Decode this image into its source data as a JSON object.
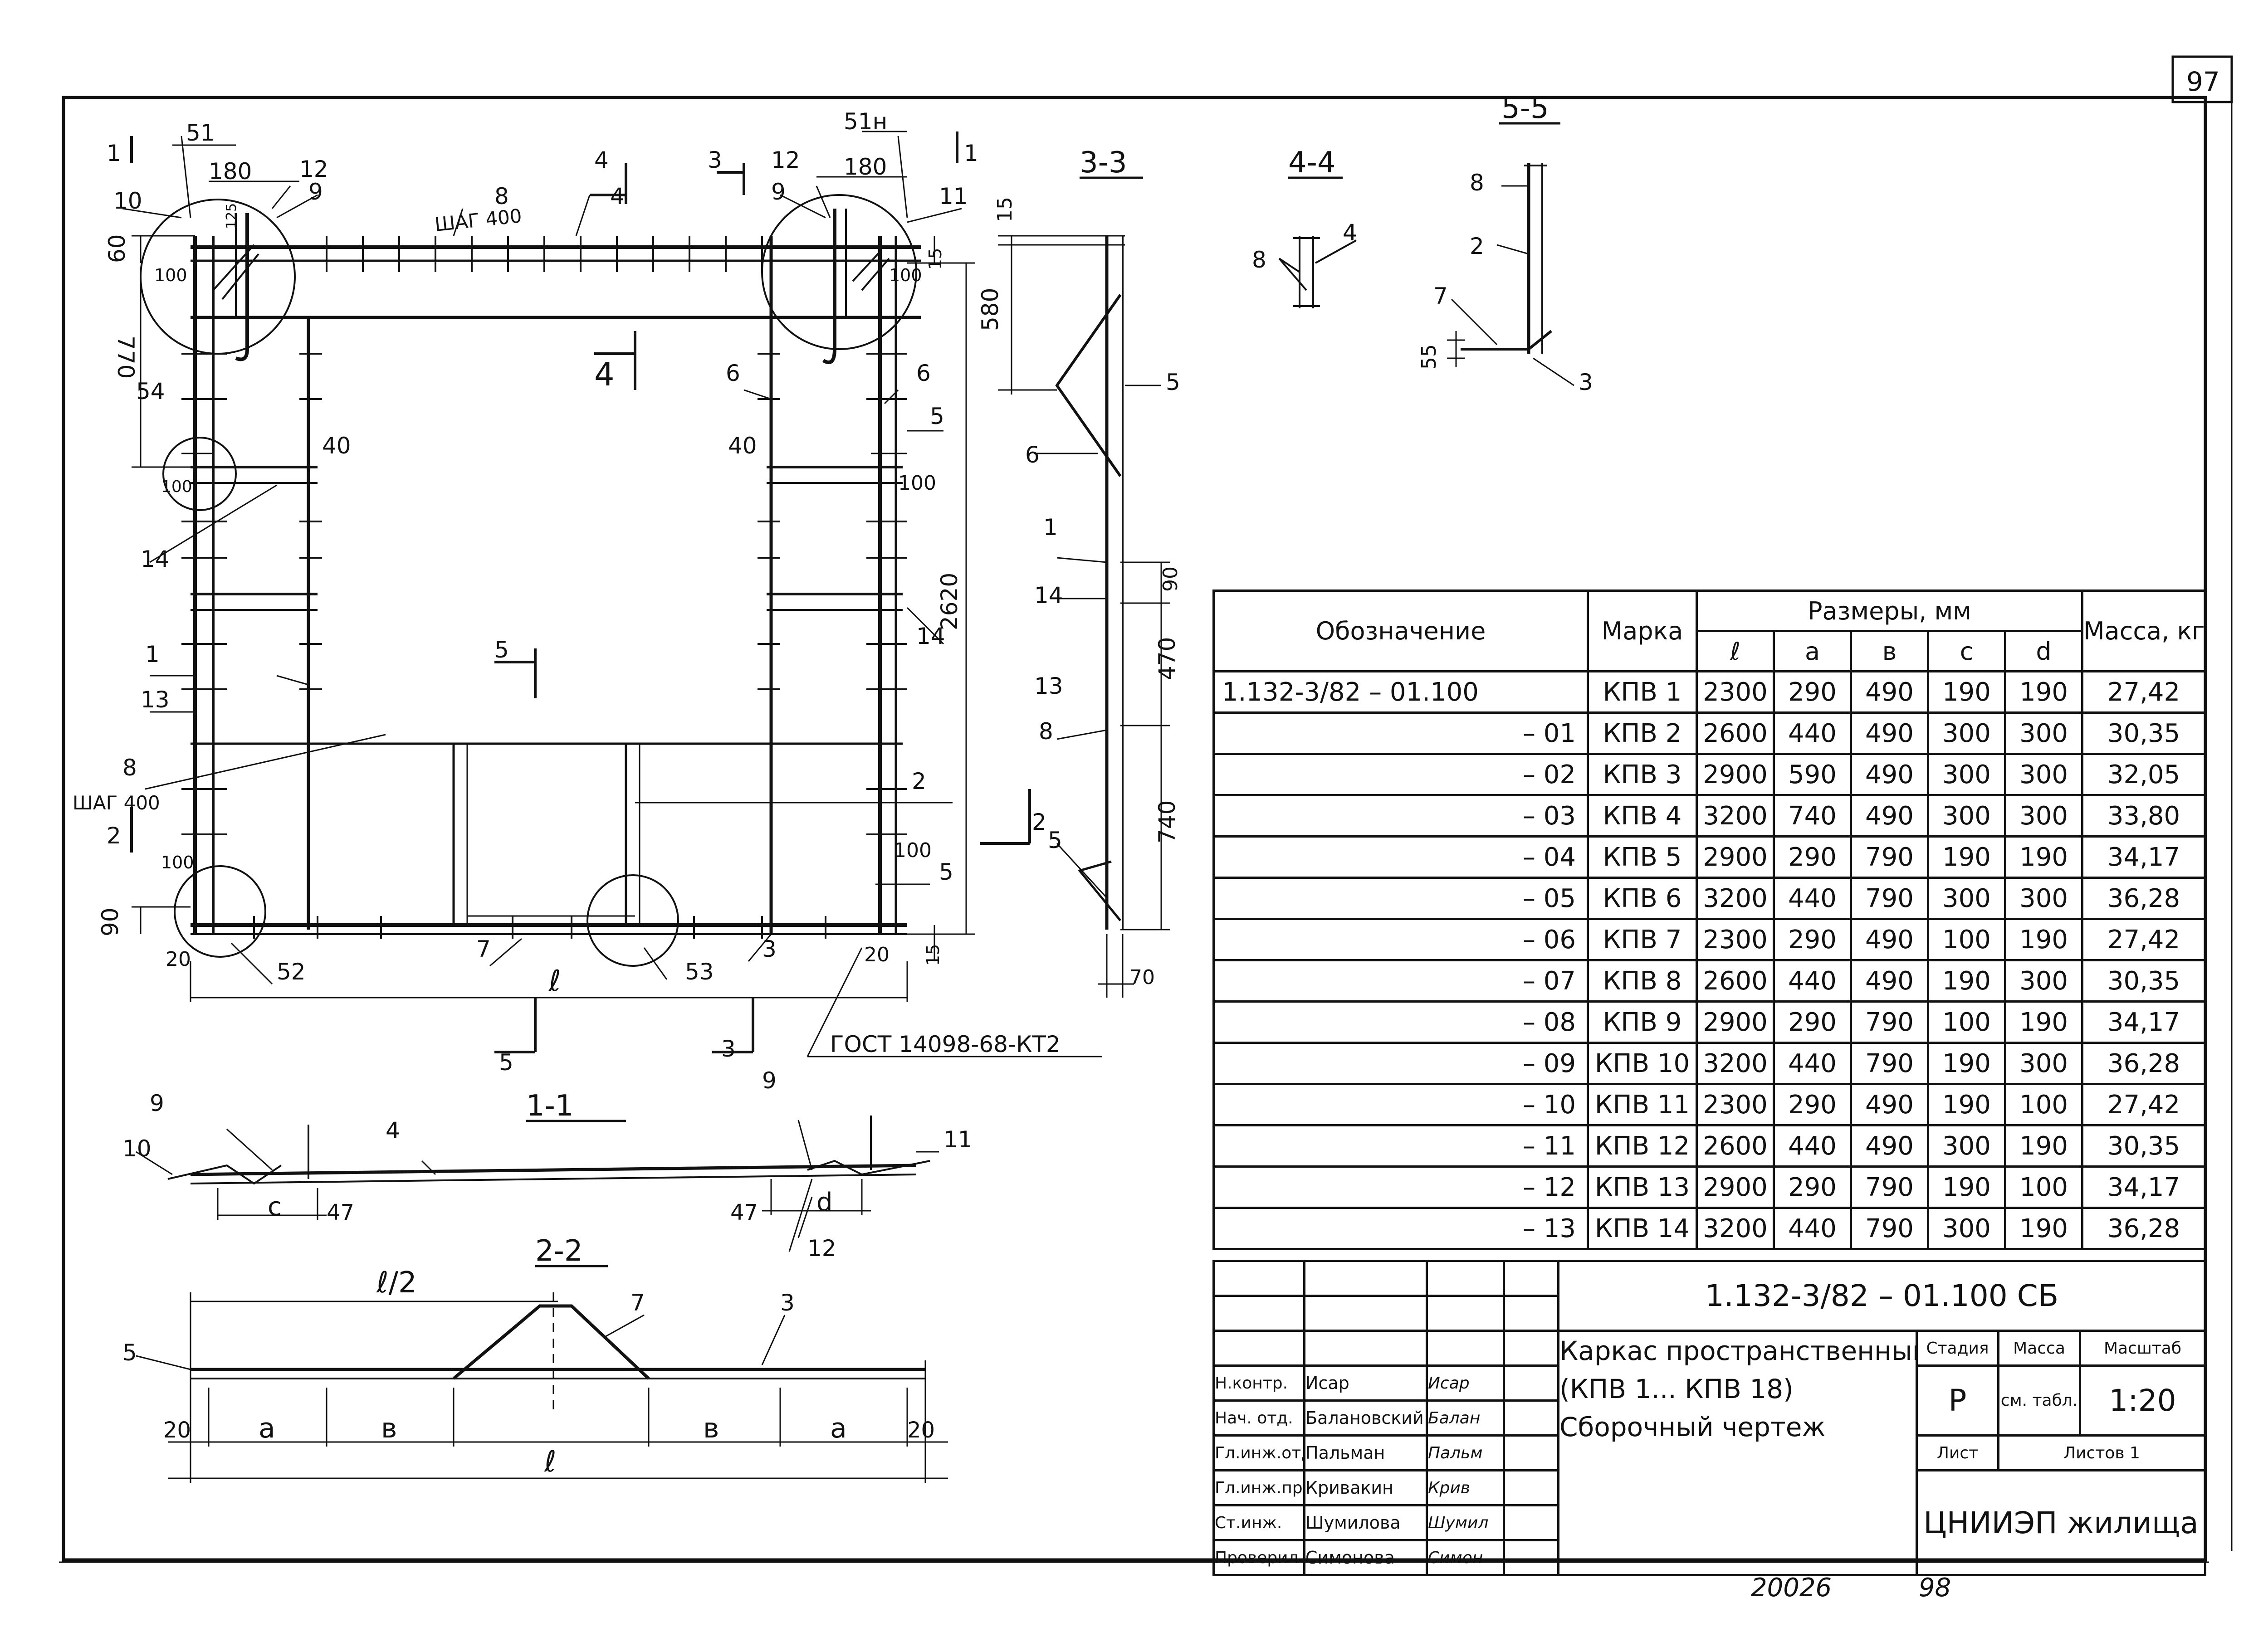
{
  "sheet": {
    "page_number": "97",
    "bottom_note_1": "20026",
    "bottom_note_2": "98"
  },
  "plan": {
    "section_marks": [
      "1",
      "1",
      "2",
      "2",
      "3",
      "3",
      "4",
      "4",
      "5",
      "5"
    ],
    "callouts": {
      "c1": "1",
      "c2": "2",
      "c3": "3",
      "c4": "4",
      "c5": "5",
      "c6": "6",
      "c7": "7",
      "c8": "8",
      "c9": "9",
      "c10": "10",
      "c11": "11",
      "c12": "12",
      "c13": "13",
      "c14": "14",
      "c51": "51",
      "c51n": "51н",
      "c52": "52",
      "c53": "53",
      "c54": "54"
    },
    "dims": {
      "d180": "180",
      "d60": "60",
      "d770": "770",
      "d100": "100",
      "d40": "40",
      "d2620": "2620",
      "d90": "90",
      "d20": "20",
      "d15": "15",
      "d125": "125",
      "l": "ℓ"
    },
    "step_label": "ШАГ 400",
    "gost_label": "ГОСТ 14098-68-КТ2"
  },
  "views": {
    "v33": {
      "title": "3-3",
      "dims": [
        "15",
        "580",
        "90",
        "470",
        "740",
        "70"
      ]
    },
    "v44": {
      "title": "4-4"
    },
    "v55": {
      "title": "5-5",
      "dim": "55"
    },
    "v11": {
      "title": "1-1",
      "c_label": "c",
      "d_label": "d",
      "d47": "47"
    },
    "v22": {
      "title": "2-2",
      "half_label": "ℓ/2",
      "a_label": "a",
      "b_label": "в",
      "l_label": "ℓ",
      "d20": "20"
    }
  },
  "spec_table": {
    "headers": {
      "designation": "Обозначение",
      "mark": "Марка",
      "sizes": "Размеры, мм",
      "mass": "Масса, кг",
      "l": "ℓ",
      "a": "a",
      "b": "в",
      "c": "c",
      "d": "d"
    },
    "rows": [
      {
        "des": "1.132-3/82 – 01.100",
        "mark": "КПВ 1",
        "l": "2300",
        "a": "290",
        "b": "490",
        "c": "190",
        "d": "190",
        "mass": "27,42"
      },
      {
        "des": "– 01",
        "mark": "КПВ 2",
        "l": "2600",
        "a": "440",
        "b": "490",
        "c": "300",
        "d": "300",
        "mass": "30,35"
      },
      {
        "des": "– 02",
        "mark": "КПВ 3",
        "l": "2900",
        "a": "590",
        "b": "490",
        "c": "300",
        "d": "300",
        "mass": "32,05"
      },
      {
        "des": "– 03",
        "mark": "КПВ 4",
        "l": "3200",
        "a": "740",
        "b": "490",
        "c": "300",
        "d": "300",
        "mass": "33,80"
      },
      {
        "des": "– 04",
        "mark": "КПВ 5",
        "l": "2900",
        "a": "290",
        "b": "790",
        "c": "190",
        "d": "190",
        "mass": "34,17"
      },
      {
        "des": "– 05",
        "mark": "КПВ 6",
        "l": "3200",
        "a": "440",
        "b": "790",
        "c": "300",
        "d": "300",
        "mass": "36,28"
      },
      {
        "des": "– 06",
        "mark": "КПВ 7",
        "l": "2300",
        "a": "290",
        "b": "490",
        "c": "100",
        "d": "190",
        "mass": "27,42"
      },
      {
        "des": "– 07",
        "mark": "КПВ 8",
        "l": "2600",
        "a": "440",
        "b": "490",
        "c": "190",
        "d": "300",
        "mass": "30,35"
      },
      {
        "des": "– 08",
        "mark": "КПВ 9",
        "l": "2900",
        "a": "290",
        "b": "790",
        "c": "100",
        "d": "190",
        "mass": "34,17"
      },
      {
        "des": "– 09",
        "mark": "КПВ 10",
        "l": "3200",
        "a": "440",
        "b": "790",
        "c": "190",
        "d": "300",
        "mass": "36,28"
      },
      {
        "des": "– 10",
        "mark": "КПВ 11",
        "l": "2300",
        "a": "290",
        "b": "490",
        "c": "190",
        "d": "100",
        "mass": "27,42"
      },
      {
        "des": "– 11",
        "mark": "КПВ 12",
        "l": "2600",
        "a": "440",
        "b": "490",
        "c": "300",
        "d": "190",
        "mass": "30,35"
      },
      {
        "des": "– 12",
        "mark": "КПВ 13",
        "l": "2900",
        "a": "290",
        "b": "790",
        "c": "190",
        "d": "100",
        "mass": "34,17"
      },
      {
        "des": "– 13",
        "mark": "КПВ 14",
        "l": "3200",
        "a": "440",
        "b": "790",
        "c": "300",
        "d": "190",
        "mass": "36,28"
      }
    ]
  },
  "title_block": {
    "doc_number": "1.132-3/82 – 01.100 СБ",
    "name_line1": "Каркас пространственный",
    "name_line2": "(КПВ 1... КПВ 18)",
    "name_line3": "Сборочный чертеж",
    "stage_header": "Стадия",
    "mass_header": "Масса",
    "scale_header": "Масштаб",
    "stage": "Р",
    "mass_value": "см. табл.",
    "scale": "1:20",
    "sheet_label": "Лист",
    "sheets_label": "Листов 1",
    "org": "ЦНИИЭП жилища",
    "staff": [
      {
        "role": "Н.контр.",
        "name": "Исар",
        "sign": "Исар"
      },
      {
        "role": "Нач. отд.",
        "name": "Балановский",
        "sign": "Балан"
      },
      {
        "role": "Гл.инж.отд.",
        "name": "Пальман",
        "sign": "Пальм"
      },
      {
        "role": "Гл.инж.пр.",
        "name": "Кривакин",
        "sign": "Крив"
      },
      {
        "role": "Ст.инж.",
        "name": "Шумилова",
        "sign": "Шумил"
      },
      {
        "role": "Проверил",
        "name": "Симонова",
        "sign": "Симон"
      }
    ]
  }
}
